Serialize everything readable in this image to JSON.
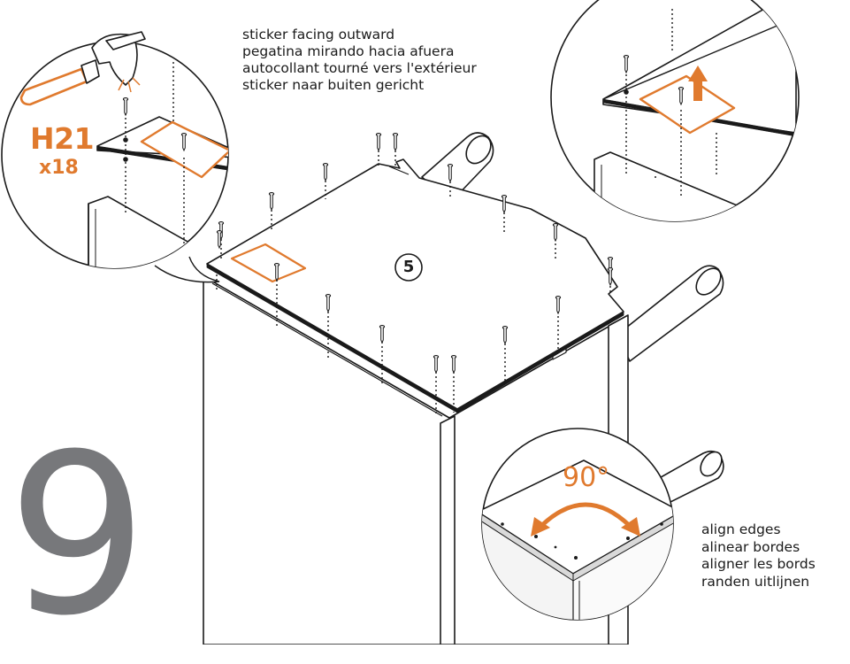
{
  "step": {
    "number": "9"
  },
  "hardware": {
    "code": "H21",
    "quantity": "x18"
  },
  "panel": {
    "label": "5"
  },
  "sticker_note": {
    "lines": [
      "sticker facing outward",
      "pegatina mirando hacia afuera",
      "autocollant tourné vers l'extérieur",
      "sticker naar buiten gericht"
    ]
  },
  "align_note": {
    "angle": "90°",
    "lines": [
      "align edges",
      "alinear bordes",
      "aligner les bords",
      "randen uitlijnen"
    ]
  },
  "colors": {
    "accent": "#e07a2e",
    "line": "#1a1a1a",
    "step_number": "#77787b"
  },
  "icons": [
    "hammer-icon",
    "nail-icon",
    "arrow-up-icon",
    "double-arrow-icon"
  ]
}
